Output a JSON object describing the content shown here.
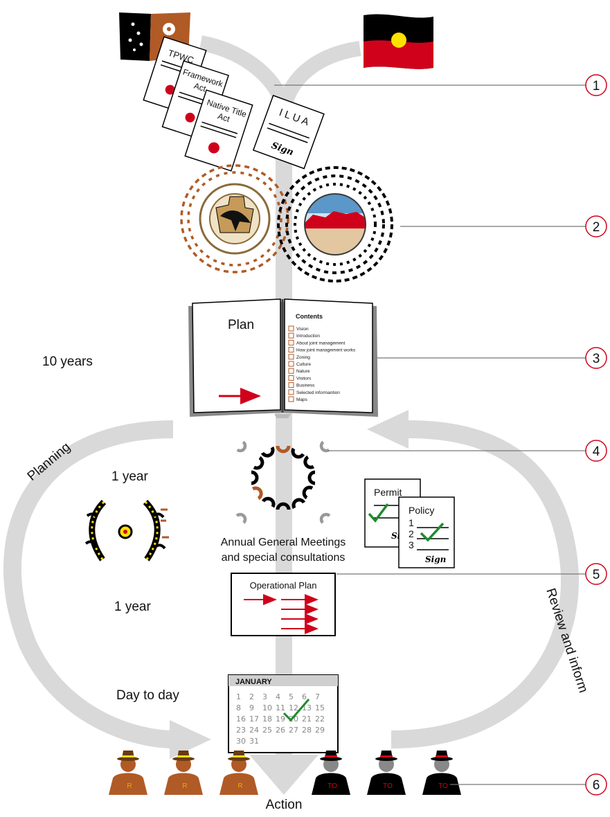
{
  "diagram": {
    "documents": {
      "tpwc": "TPWC",
      "framework_line1": "Framework",
      "framework_line2": "Act",
      "native_title_line1": "Native Title",
      "native_title_line2": "Act",
      "ilua": "I L U A",
      "ilua_sign": "Sign"
    },
    "plan_book": {
      "title": "Plan",
      "contents_heading": "Contents",
      "contents": [
        "Vision",
        "Introduction",
        "About joint management",
        "How joint management  works",
        "Zoning",
        "Culture",
        "Nature",
        "Visitors",
        "Business",
        "Selected informantion",
        "Maps"
      ]
    },
    "timeframes": {
      "ten_years": "10 years",
      "one_year_a": "1 year",
      "one_year_b": "1 year",
      "day_to_day": "Day to day"
    },
    "cycle_labels": {
      "planning": "Planning",
      "review": "Review and inform",
      "action": "Action"
    },
    "meetings": {
      "line1": "Annual General Meetings",
      "line2": "and special consultations"
    },
    "permit": {
      "title": "Permit",
      "sign": "Sign"
    },
    "policy": {
      "title": "Policy",
      "items": [
        "1",
        "2",
        "3"
      ],
      "sign": "Sign"
    },
    "operational_plan": {
      "title": "Operational Plan"
    },
    "calendar": {
      "month": "JANUARY",
      "days": [
        "1",
        "2",
        "3",
        "4",
        "5",
        "6",
        "7",
        "8",
        "9",
        "10",
        "11",
        "12",
        "13",
        "15",
        "16",
        "17",
        "18",
        "19",
        "20",
        "21",
        "22",
        "23",
        "24",
        "25",
        "26",
        "27",
        "28",
        "29",
        "30",
        "31"
      ]
    },
    "people": {
      "rangers": [
        "R",
        "R",
        "R"
      ],
      "traditional_owners": [
        "TO",
        "TO",
        "TO"
      ]
    },
    "callouts": [
      "1",
      "2",
      "3",
      "4",
      "5",
      "6"
    ],
    "colors": {
      "arrow_grey": "#d9d9d9",
      "ochre": "#b05a26",
      "red": "#d0021b",
      "green": "#1e8a2e",
      "flag_yellow": "#ffe100"
    }
  }
}
